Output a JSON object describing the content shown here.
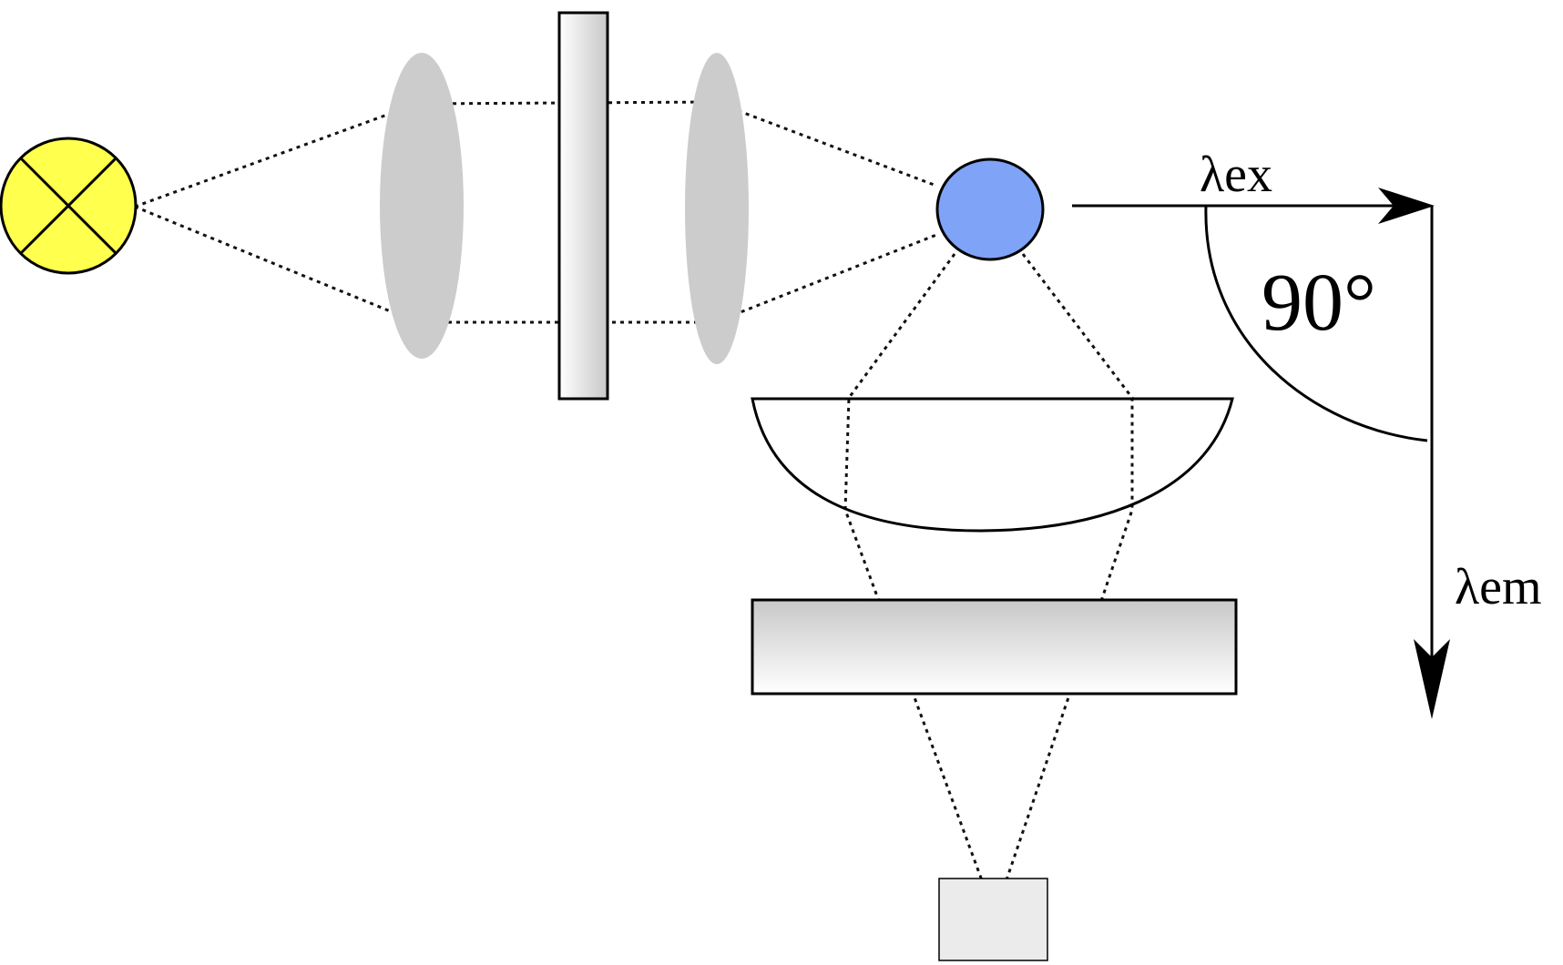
{
  "labels": {
    "excitation": "λex",
    "emission": "λem",
    "angle": "90°"
  },
  "colors": {
    "lamp": "#ffff4d",
    "sample": "#7fa3f7",
    "lens": "#cccccc",
    "detector": "#ebebeb",
    "filter_light": "#ffffff",
    "filter_dark": "#c8c8c8"
  },
  "icons": {
    "light_source": "lamp-crossed-circle-icon",
    "sample": "sample-circle-icon"
  }
}
